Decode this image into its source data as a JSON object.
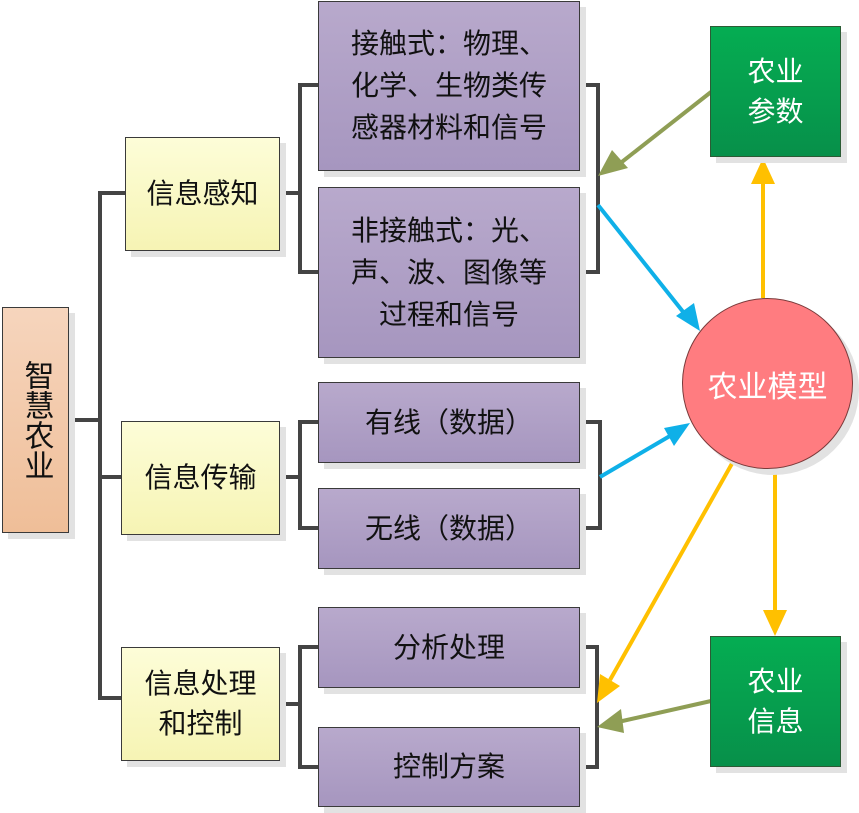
{
  "root": {
    "label": "智慧农业"
  },
  "categories": [
    {
      "label": "信息感知",
      "children": [
        "接触式：物理、化学、生物类传感器材料和信号",
        "非接触式：光、声、波、图像等过程和信号"
      ]
    },
    {
      "label": "信息传输",
      "children": [
        "有线（数据）",
        "无线（数据）"
      ]
    },
    {
      "label": "信息处理和控制",
      "children": [
        "分析处理",
        "控制方案"
      ]
    }
  ],
  "nodes": {
    "sense_contact": "接触式：物理、\n化学、生物类传\n感器材料和信号",
    "sense_noncontact": "非接触式：光、\n声、波、图像等\n过程和信号",
    "wired": "有线（数据）",
    "wireless": "无线（数据）",
    "analysis": "分析处理",
    "control": "控制方案",
    "cat_sense": "信息感知",
    "cat_transmit": "信息传输",
    "cat_process": "信息处理\n和控制",
    "model": "农业模型",
    "params": "农业\n参数",
    "info": "农业\n信息"
  },
  "edges": [
    {
      "from": "农业参数",
      "to": "信息感知",
      "color": "#8f9e55"
    },
    {
      "from": "信息感知",
      "to": "农业模型",
      "color": "#0fb0e8"
    },
    {
      "from": "信息传输",
      "to": "农业模型",
      "color": "#0fb0e8"
    },
    {
      "from": "农业模型",
      "to": "农业参数",
      "color": "#ffc000"
    },
    {
      "from": "农业模型",
      "to": "农业信息",
      "color": "#ffc000"
    },
    {
      "from": "农业模型",
      "to": "信息处理和控制",
      "color": "#ffc000"
    },
    {
      "from": "农业信息",
      "to": "信息处理和控制",
      "color": "#8f9e55"
    }
  ],
  "colors": {
    "connector": "#404040",
    "root_fill": "#f2c9a8",
    "category_fill": "#f9f8c6",
    "leaf_fill": "#ad9fc6",
    "green_fill": "#07a04e",
    "model_fill": "#ff7c80",
    "arrow_blue": "#0fb0e8",
    "arrow_yellow": "#ffc000",
    "arrow_olive": "#8f9e55"
  }
}
